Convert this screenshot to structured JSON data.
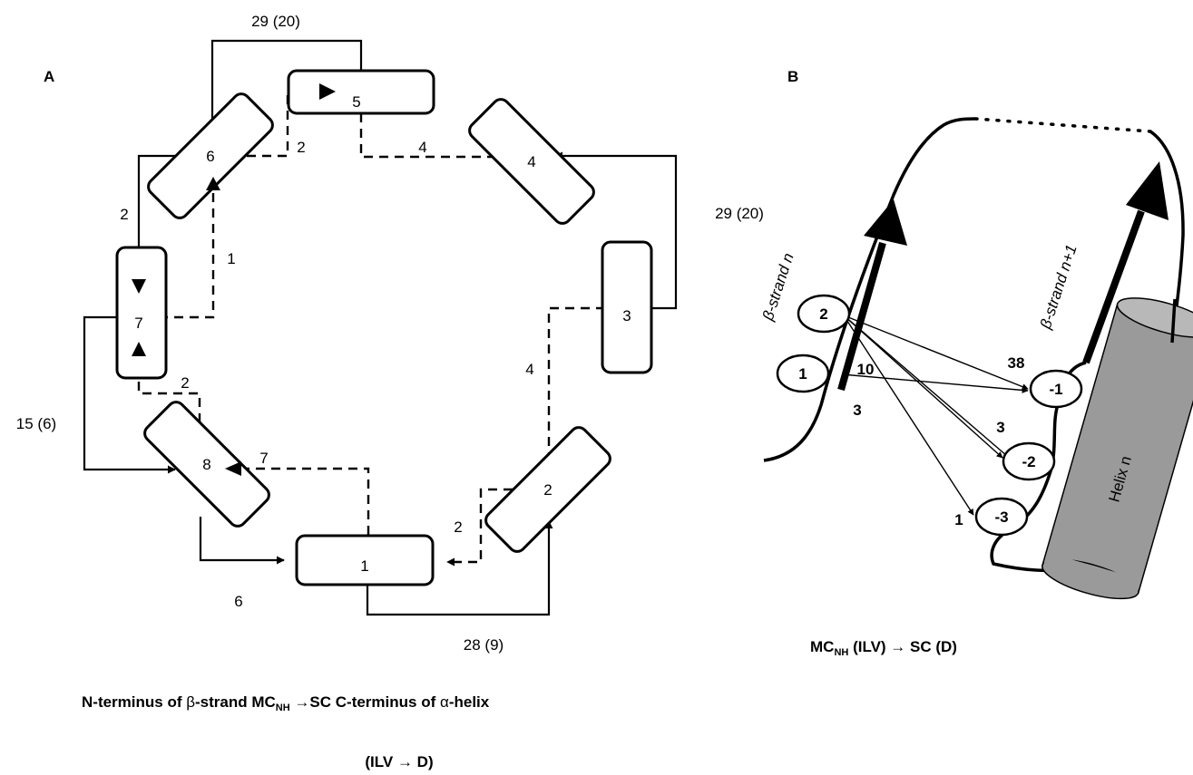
{
  "panel_a": {
    "label": "A",
    "elements": [
      "1",
      "2",
      "3",
      "4",
      "5",
      "6",
      "7",
      "8"
    ],
    "counts": {
      "top": "29 (20)",
      "right": "29 (20)",
      "bottom": "28 (9)",
      "left": "15 (6)",
      "e8_to_e1": "6",
      "e5_to_e4": "4",
      "e6_to_e5": "2",
      "e6_to_e7": "2",
      "e7_to_e6": "1",
      "e3_to_e2": "4",
      "e1_to_e2": "2",
      "e1_to_e8": "7",
      "e8_to_e7": "2"
    },
    "caption_line1_prefix": "N-terminus of ",
    "caption_beta": "β",
    "caption_line1_mid": "-strand MC",
    "caption_sub": "NH",
    "caption_arrow": " →SC C-terminus of ",
    "caption_alpha": "α",
    "caption_line1_suffix": "-helix",
    "caption_line2": "(ILV → D)"
  },
  "panel_b": {
    "label": "B",
    "strand_n": "β-strand n",
    "strand_n1": "β-strand n+1",
    "helix": "Helix n",
    "nodes": [
      "1",
      "2",
      "-1",
      "-2",
      "-3"
    ],
    "numbers": {
      "n10": "10",
      "n3a": "3",
      "n38": "38",
      "n3b": "3",
      "n1": "1"
    },
    "caption_prefix": "MC",
    "caption_sub": "NH",
    "caption_suffix": " (ILV) → SC (D)"
  },
  "colors": {
    "helix_fill": "#9a9a9a",
    "helix_top": "#b8b8b8",
    "line": "#000000"
  }
}
